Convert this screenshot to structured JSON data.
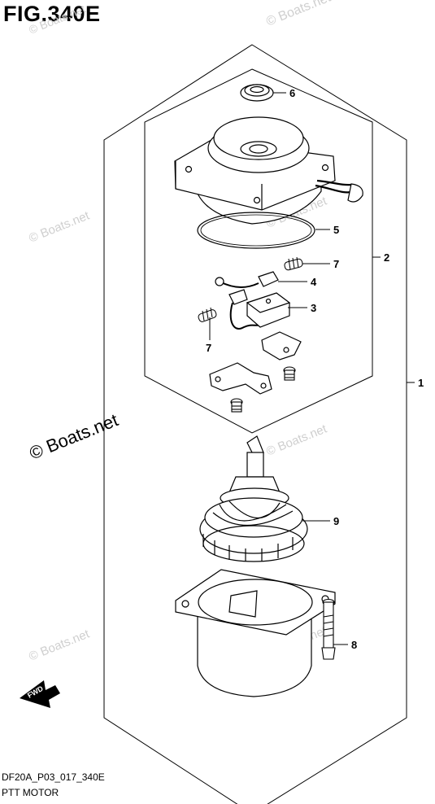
{
  "figure": {
    "title": "FIG.340E",
    "code": "DF20A_P03_017_340E",
    "name": "PTT MOTOR"
  },
  "watermarks": [
    "© Boats.net",
    "© Boats.net",
    "© Boats.net",
    "© Boats.net",
    "© Boats.net",
    "© Boats.net",
    "© Boats.net"
  ],
  "direction_marker": "FWD",
  "callouts": [
    "1",
    "2",
    "3",
    "4",
    "5",
    "6",
    "7",
    "7",
    "8",
    "9"
  ]
}
